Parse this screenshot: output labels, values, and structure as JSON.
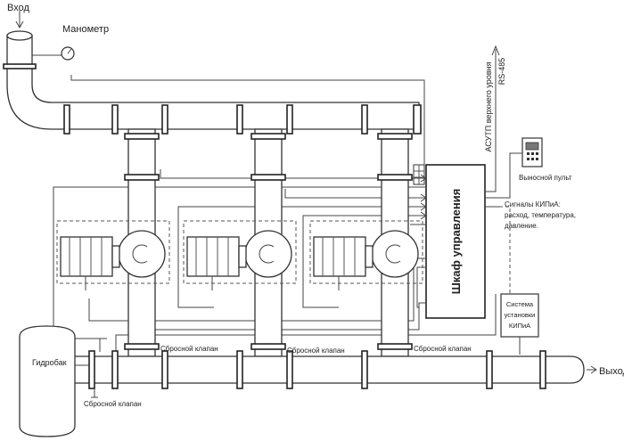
{
  "labels": {
    "inlet": "Вход",
    "manometer": "Манометр",
    "outlet": "Выход",
    "rs485": "RS-485",
    "scada": "АСУТП верхнего уровня",
    "cabinet": "Шкаф управления",
    "remote_panel": "Выносной пульт",
    "sensor_signals": [
      "Сигналы КИПиА:",
      "расход, температура,",
      "давление."
    ],
    "sensor_system": [
      "Система",
      "установки",
      "КИПиА"
    ],
    "hydro_tank": "Гидробак",
    "relief_valve": "Сбросной клапан",
    "relief_valve_tank": "Сбросной клапан"
  },
  "pump_units": [
    {
      "id": 1,
      "relief_label": "Сбросной клапан"
    },
    {
      "id": 2,
      "relief_label": "Сбросной клапан"
    },
    {
      "id": 3,
      "relief_label": "Сбросной клапан"
    }
  ]
}
